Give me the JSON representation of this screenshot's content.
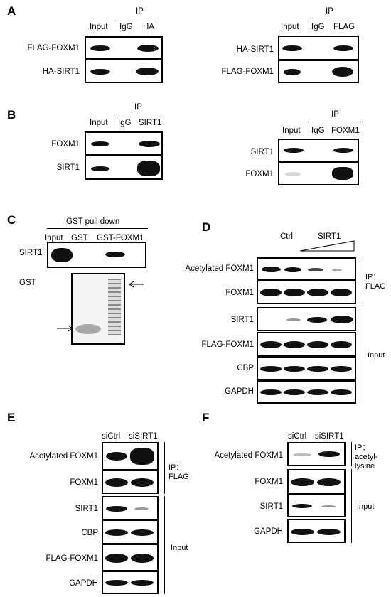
{
  "panels": {
    "A": "A",
    "B": "B",
    "C": "C",
    "D": "D",
    "E": "E",
    "F": "F"
  },
  "A": {
    "left": {
      "ip": "IP",
      "lanes": [
        "Input",
        "IgG",
        "HA"
      ],
      "rows": [
        "FLAG-FOXM1",
        "HA-SIRT1"
      ]
    },
    "right": {
      "ip": "IP",
      "lanes": [
        "Input",
        "IgG",
        "FLAG"
      ],
      "rows": [
        "HA-SIRT1",
        "FLAG-FOXM1"
      ]
    }
  },
  "B": {
    "left": {
      "ip": "IP",
      "lanes": [
        "Input",
        "IgG",
        "SIRT1"
      ],
      "rows": [
        "FOXM1",
        "SIRT1"
      ]
    },
    "right": {
      "ip": "IP",
      "lanes": [
        "Input",
        "IgG",
        "FOXM1"
      ],
      "rows": [
        "SIRT1",
        "FOXM1"
      ]
    }
  },
  "C": {
    "title": "GST pull down",
    "lanes": [
      "Input",
      "GST",
      "GST-FOXM1"
    ],
    "rows": [
      "SIRT1",
      "GST"
    ]
  },
  "D": {
    "lanes": [
      "Ctrl",
      "SIRT1"
    ],
    "rows": [
      "Acetylated FOXM1",
      "FOXM1",
      "SIRT1",
      "FLAG-FOXM1",
      "CBP",
      "GAPDH"
    ],
    "ip_label": "IP：\nFLAG",
    "input_label": "Input"
  },
  "E": {
    "lanes": [
      "siCtrl",
      "siSIRT1"
    ],
    "rows": [
      "Acetylated FOXM1",
      "FOXM1",
      "SIRT1",
      "CBP",
      "FLAG-FOXM1",
      "GAPDH"
    ],
    "ip_label": "IP：\nFLAG",
    "input_label": "Input"
  },
  "F": {
    "lanes": [
      "siCtrl",
      "siSIRT1"
    ],
    "rows": [
      "Acetylated FOXM1",
      "FOXM1",
      "SIRT1",
      "GAPDH"
    ],
    "ip_label": "IP：\nacetyl-\nlysine",
    "input_label": "Input"
  }
}
